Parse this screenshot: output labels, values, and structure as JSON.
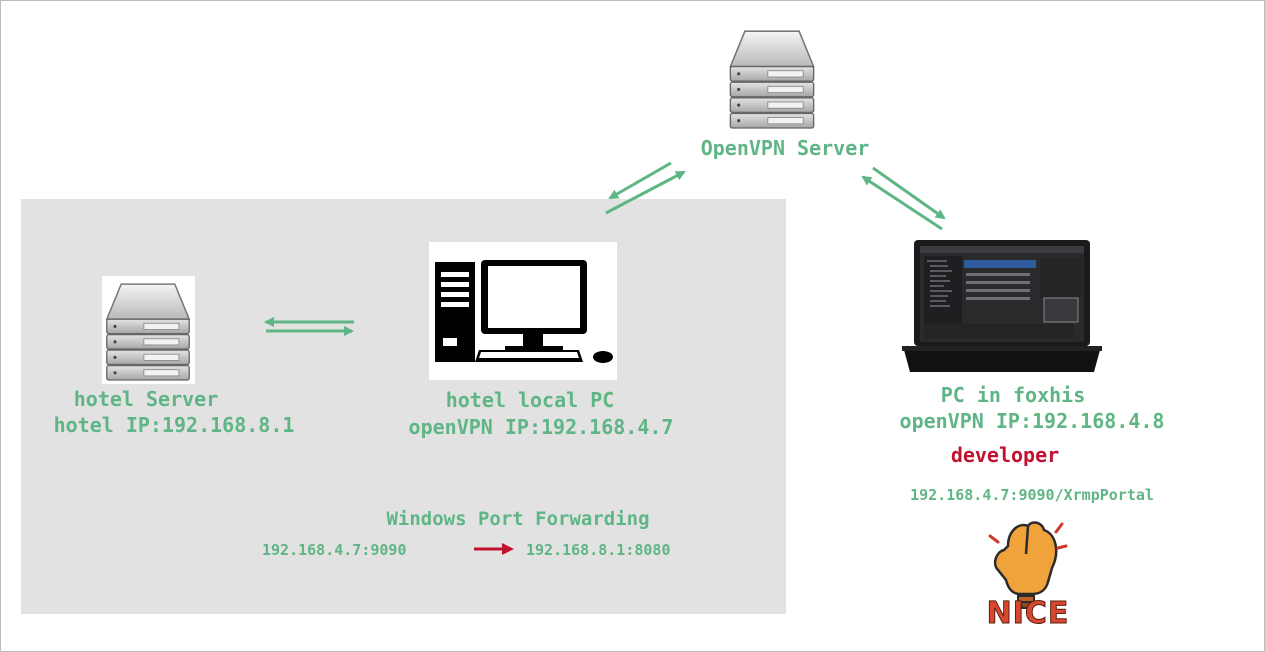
{
  "openvpn_server": {
    "label": "OpenVPN Server"
  },
  "hotel_server": {
    "name": "hotel Server",
    "ip": "hotel IP:192.168.8.1"
  },
  "hotel_pc": {
    "name": "hotel local PC",
    "ip": "openVPN IP:192.168.4.7"
  },
  "remote_pc": {
    "name": "PC in foxhis",
    "ip": "openVPN IP:192.168.4.8",
    "role": "developer",
    "url": "192.168.4.7:9090/XrmpPortal"
  },
  "port_forwarding": {
    "title": "Windows Port Forwarding",
    "from": "192.168.4.7:9090",
    "to": "192.168.8.1:8080"
  },
  "badge": {
    "text": "NICE"
  },
  "colors": {
    "label_green": "#5fb585",
    "accent_red": "#c0122e",
    "zone_grey": "#e2e2e2"
  },
  "icons": [
    "server-icon",
    "desktop-pc-icon",
    "laptop-icon",
    "thumbs-up-lightbulb-icon"
  ]
}
